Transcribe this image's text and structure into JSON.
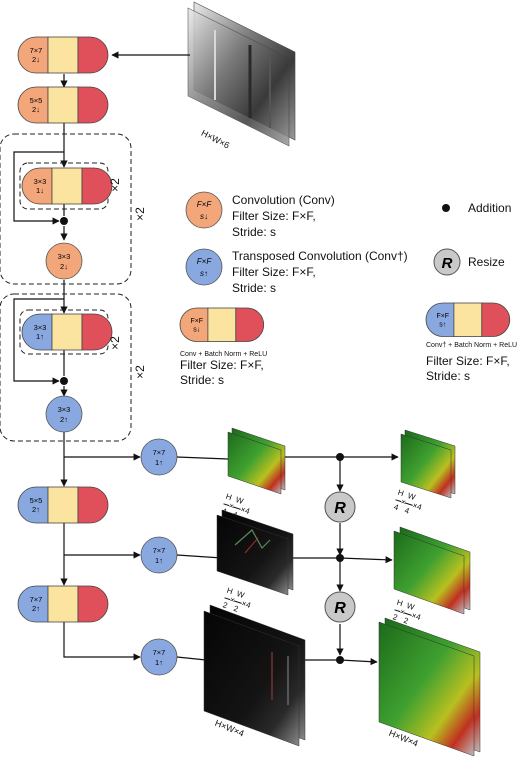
{
  "colors": {
    "conv": "#f2a67a",
    "transposed": "#8aa8e0",
    "batchnorm": "#fbe3a0",
    "relu": "#e0505a",
    "resize": "#c9c9c9",
    "line": "#111111"
  },
  "input": {
    "label": "H×W×6"
  },
  "blocks": {
    "b1": {
      "size": "7×7",
      "stride": "2↓"
    },
    "b2": {
      "size": "5×5",
      "stride": "2↓"
    },
    "b3": {
      "size": "3×3",
      "stride": "1↓"
    },
    "b4": {
      "size": "3×3",
      "stride": "2↓"
    },
    "b5": {
      "size": "3×3",
      "stride": "1↑"
    },
    "b6": {
      "size": "3×3",
      "stride": "2↑"
    },
    "b7": {
      "size": "5×5",
      "stride": "2↑"
    },
    "b8": {
      "size": "7×7",
      "stride": "2↑"
    },
    "h1": {
      "size": "7×7",
      "stride": "1↑"
    },
    "h2": {
      "size": "7×7",
      "stride": "1↑"
    },
    "h3": {
      "size": "7×7",
      "stride": "1↑"
    }
  },
  "repeat": {
    "inner1": "×2",
    "outer1": "×2",
    "inner2": "×2",
    "outer2": "×2"
  },
  "legend": {
    "conv_circle": {
      "line1": "F×F",
      "line2": "s↓"
    },
    "conv_title": "Convolution (Conv)",
    "conv_filter": "Filter Size: F×F,",
    "conv_stride": "Stride: s",
    "tconv_circle": {
      "line1": "F×F",
      "line2": "s↑"
    },
    "tconv_title": "Transposed Convolution (Conv†)",
    "tconv_filter": "Filter Size: F×F,",
    "tconv_stride": "Stride: s",
    "addition": "Addition",
    "resize_symbol": "R",
    "resize": "Resize",
    "block_conv": {
      "line1": "F×F",
      "line2": "s↓"
    },
    "block_conv_caption": "Conv + Batch Norm + ReLU",
    "block_conv_filter": "Filter Size: F×F,",
    "block_conv_stride": "Stride: s",
    "block_tconv": {
      "line1": "F×F",
      "line2": "s↑"
    },
    "block_tconv_caption": "Conv† + Batch Norm + ReLU",
    "block_tconv_filter": "Filter Size: F×F,",
    "block_tconv_stride": "Stride: s"
  },
  "resize_nodes": {
    "r1": "R",
    "r2": "R"
  },
  "outputs": {
    "mid1": {
      "frac1_num": "H",
      "frac1_den": "4",
      "frac2_num": "W",
      "frac2_den": "4",
      "suffix": "×4"
    },
    "mid2": {
      "frac1_num": "H",
      "frac1_den": "2",
      "frac2_num": "W",
      "frac2_den": "2",
      "suffix": "×4"
    },
    "mid3": {
      "label": "H×W×4"
    },
    "out1": {
      "frac1_num": "H",
      "frac1_den": "4",
      "frac2_num": "W",
      "frac2_den": "4",
      "suffix": "×4"
    },
    "out2": {
      "frac1_num": "H",
      "frac1_den": "2",
      "frac2_num": "W",
      "frac2_den": "2",
      "suffix": "×4"
    },
    "out3": {
      "label": "H×W×4"
    }
  }
}
